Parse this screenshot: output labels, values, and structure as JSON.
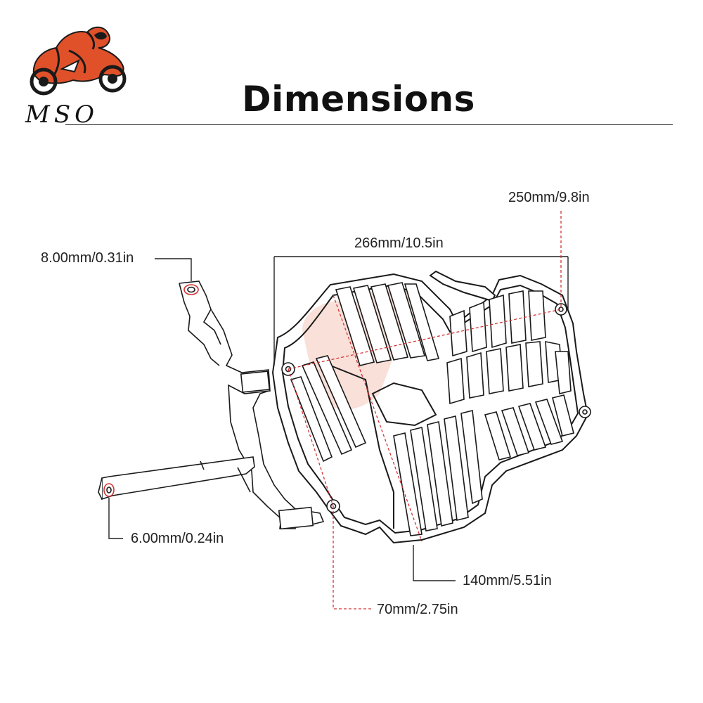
{
  "header": {
    "title": "Dimensions",
    "logo_text": "MSO"
  },
  "dimensions": {
    "hole_top": "8.00mm/0.31in",
    "hole_bottom": "6.00mm/0.24in",
    "width_overall": "266mm/10.5in",
    "diagonal": "250mm/9.8in",
    "height": "140mm/5.51in",
    "hole_spacing": "70mm/2.75in"
  },
  "colors": {
    "accent": "#e0512a",
    "dimension_line": "#d33333",
    "outline": "#1a1a1a"
  }
}
